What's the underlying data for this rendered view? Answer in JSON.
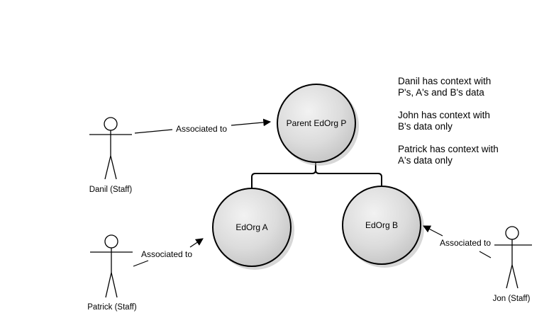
{
  "nodes": {
    "parent": "Parent EdOrg P",
    "a": "EdOrg A",
    "b": "EdOrg B"
  },
  "actors": {
    "danil": "Danil (Staff)",
    "patrick": "Patrick (Staff)",
    "jon": "Jon (Staff)"
  },
  "edges": {
    "danil_label": "Associated to",
    "patrick_label": "Associated to",
    "jon_label": "Associated to"
  },
  "notes": {
    "danil_line1": "Danil has context with",
    "danil_line2": "P's, A's and B's data",
    "john_line1": "John has context with",
    "john_line2": "B's data only",
    "patrick_line1": "Patrick has context with",
    "patrick_line2": "A's data only"
  }
}
